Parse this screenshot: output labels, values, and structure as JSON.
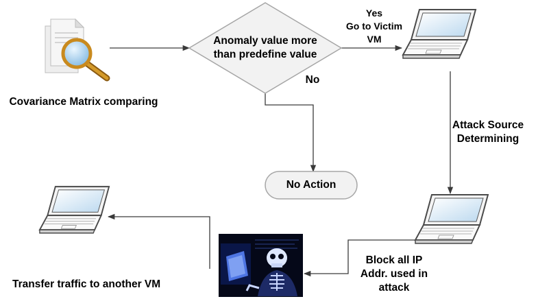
{
  "nodes": {
    "covariance": {
      "label": "Covariance Matrix comparing",
      "icon": "document-magnifier-icon"
    },
    "decision": {
      "label": "Anomaly value more\nthan predefine value"
    },
    "no_action": {
      "label": "No Action"
    },
    "victim_vm": {
      "icon": "laptop-icon"
    },
    "source_vm": {
      "icon": "laptop-icon"
    },
    "hacker": {
      "icon": "hacker-skull-icon"
    },
    "target_vm": {
      "icon": "laptop-icon"
    }
  },
  "edges": {
    "yes": {
      "label": "Yes\nGo to Victim\nVM"
    },
    "no": {
      "label": "No"
    },
    "attack_source": {
      "label": "Attack Source\nDetermining"
    },
    "block_ip": {
      "label": "Block all IP\nAddr. used in\nattack"
    },
    "transfer": {
      "label": "Transfer traffic to another VM"
    }
  },
  "colors": {
    "line": "#3a3a3a",
    "box_fill": "#f2f2f2",
    "box_stroke": "#a6a6a6",
    "laptop_frame": "#4a4a4a",
    "screen": "#d6eaf8",
    "hacker_bg": "#050818",
    "hacker_glow": "#3d6cff"
  }
}
